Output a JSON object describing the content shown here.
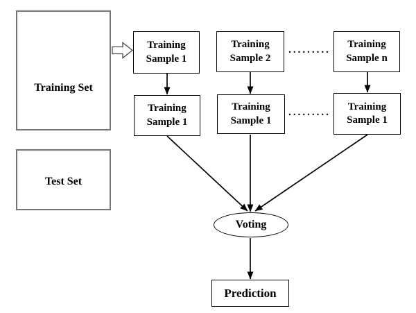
{
  "diagram": {
    "background": "#ffffff",
    "colors": {
      "line": "#000000",
      "sample_box_border": "#000000",
      "set_box_border": "#757575",
      "text": "#000000"
    },
    "nodes": {
      "training_set": {
        "label": "Training Set"
      },
      "test_set": {
        "label": "Test Set"
      },
      "sample_top_1": {
        "label": "Training Sample 1"
      },
      "sample_top_2": {
        "label": "Training Sample 2"
      },
      "sample_top_n": {
        "label": "Training Sample n"
      },
      "sample_bottom_1": {
        "label": "Training Sample 1"
      },
      "sample_bottom_2": {
        "label": "Training Sample 1"
      },
      "sample_bottom_n": {
        "label": "Training Sample 1"
      },
      "voting": {
        "label": "Voting"
      },
      "prediction": {
        "label": "Prediction"
      }
    },
    "separators": {
      "row1": ".........",
      "row2": "........."
    },
    "edges": [
      {
        "from": "training_set",
        "to": "sample_top_1",
        "style": "hollow-block-arrow"
      },
      {
        "from": "sample_top_1",
        "to": "sample_bottom_1",
        "style": "solid-arrow"
      },
      {
        "from": "sample_top_2",
        "to": "sample_bottom_2",
        "style": "solid-arrow"
      },
      {
        "from": "sample_top_n",
        "to": "sample_bottom_n",
        "style": "solid-arrow"
      },
      {
        "from": "sample_bottom_1",
        "to": "voting",
        "style": "solid-arrow"
      },
      {
        "from": "sample_bottom_2",
        "to": "voting",
        "style": "solid-arrow"
      },
      {
        "from": "sample_bottom_n",
        "to": "voting",
        "style": "solid-arrow"
      },
      {
        "from": "voting",
        "to": "prediction",
        "style": "solid-arrow"
      }
    ]
  }
}
